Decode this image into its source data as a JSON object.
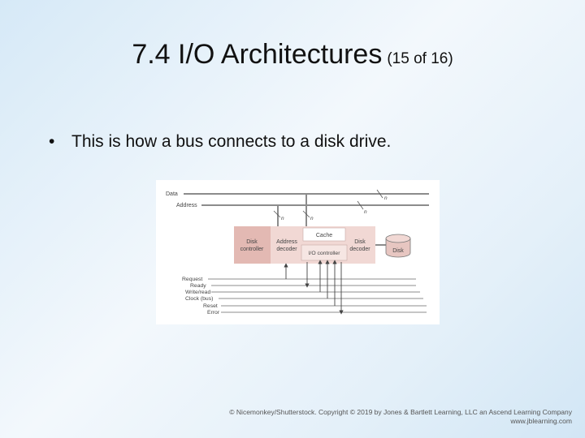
{
  "slide": {
    "title_main": "7.4 I/O Architectures",
    "title_sub": "(15 of 16)",
    "bullet_symbol": "•",
    "bullet": "This is how a bus connects to a disk drive."
  },
  "figure": {
    "buses": {
      "data": "Data",
      "address": "Address"
    },
    "width_label": "n",
    "blocks": {
      "disk_controller": [
        "Disk",
        "controller"
      ],
      "address_decoder": [
        "Address",
        "decoder"
      ],
      "cache": "Cache",
      "io_controller": "I/O controller",
      "disk_decoder": [
        "Disk",
        "decoder"
      ],
      "disk": "Disk"
    },
    "control_lines": [
      "Request",
      "Ready",
      "Write/read",
      "Clock (bus)",
      "Reset",
      "Error"
    ],
    "colors": {
      "block_fill": "#f1d8d4",
      "block_dark": "#e3b9b3",
      "line": "#8c8c8c",
      "cache_fill": "#ffffff"
    }
  },
  "credit": {
    "line1": "© Nicemonkey/Shutterstock. Copyright © 2019 by Jones & Bartlett Learning, LLC an Ascend Learning Company",
    "line2": "www.jblearning.com"
  }
}
